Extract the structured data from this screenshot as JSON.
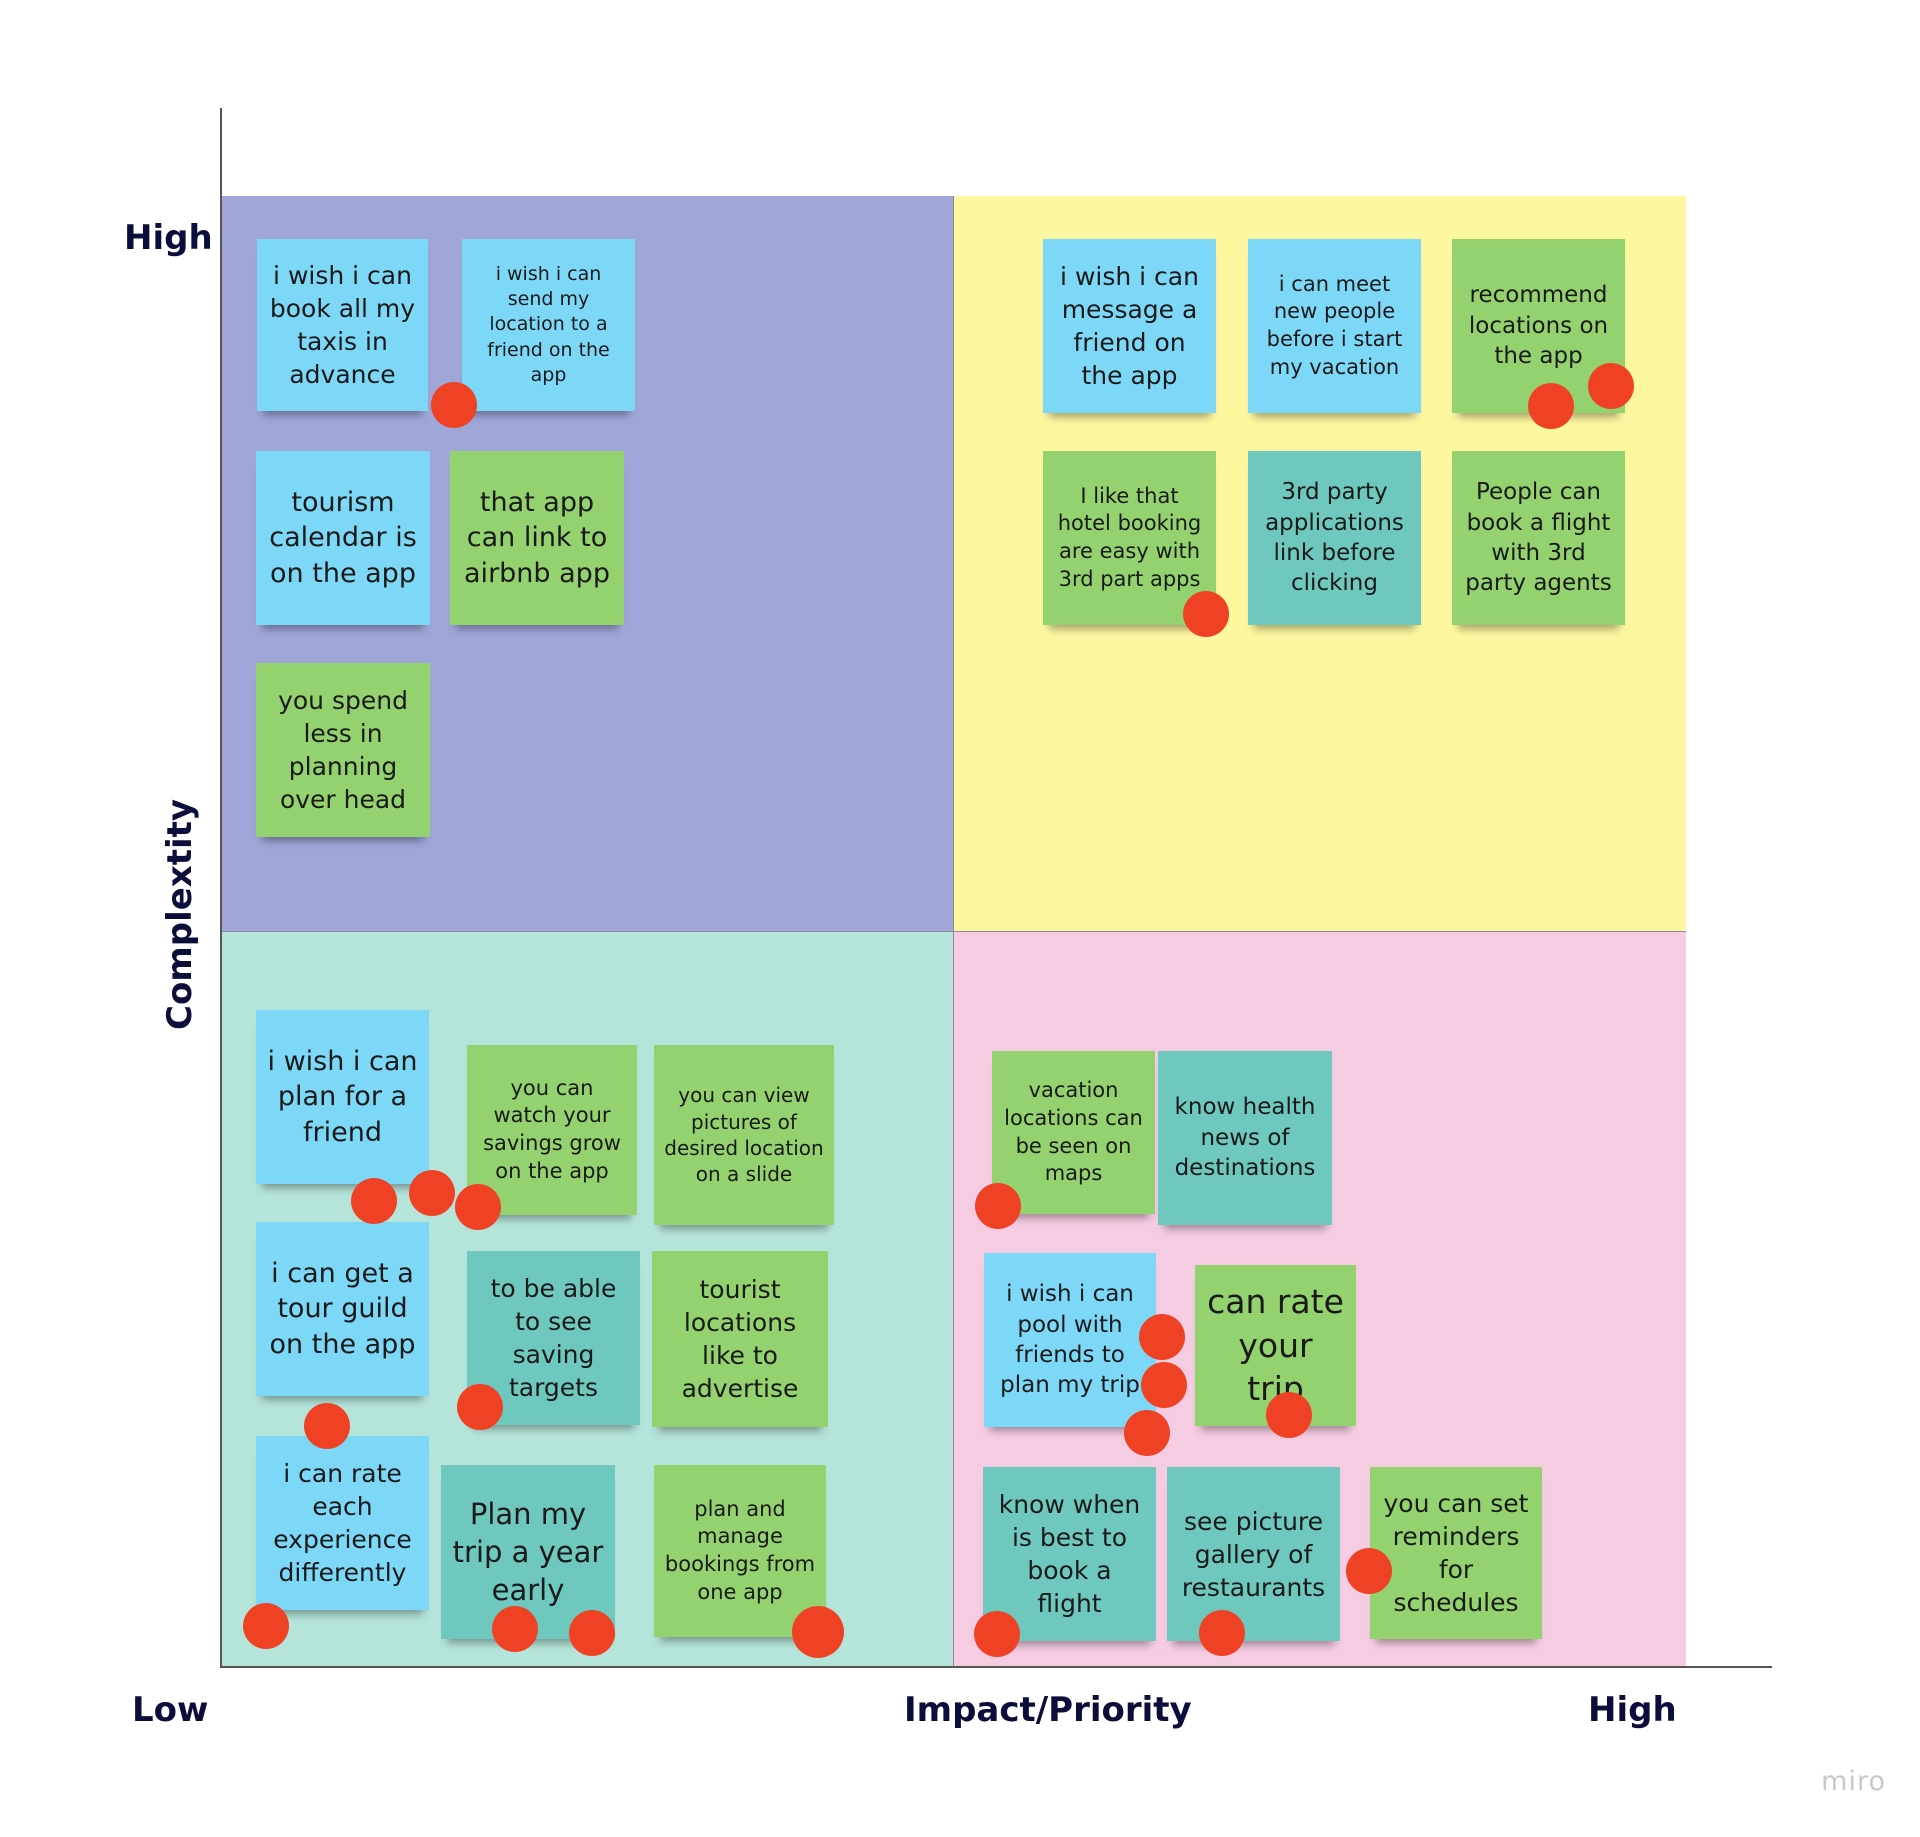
{
  "axes": {
    "y_title": "Complextity",
    "y_high": "High",
    "x_low": "Low",
    "x_title": "Impact/Priority",
    "x_high": "High"
  },
  "colors": {
    "top_left": "#a0a6d8",
    "top_right": "#fdf7a0",
    "bottom_left": "#b5e4da",
    "bottom_right": "#f6cce2",
    "vote": "#ef4225"
  },
  "notes": {
    "n01": "i wish i can book all my taxis in advance",
    "n02": "i wish i can send my location to a friend on the app",
    "n03": "tourism calendar is on the app",
    "n04": "that app can link to airbnb app",
    "n05": "you spend less in planning over head",
    "n06": "i wish i can message a friend on the app",
    "n07": "i can meet new people before i start my vacation",
    "n08": "recommend locations on the app",
    "n09": "I like that hotel booking are easy with 3rd part apps",
    "n10": "3rd party applications link before clicking",
    "n11": "People can book a flight with 3rd party agents",
    "n12": "i wish i can plan for a friend",
    "n13": "you can watch your savings grow on the app",
    "n14": "you can view pictures of desired location on a slide",
    "n15": "i can get a tour guild on the app",
    "n16": "to be able to see saving targets",
    "n17": "tourist locations like to advertise",
    "n18": "i can rate each experience differently",
    "n19": "Plan my trip a year early",
    "n20": "plan and manage bookings from one app",
    "n21": "vacation locations can be seen on maps",
    "n22": "know health news of destinations",
    "n23": "i wish i can pool with friends to plan my trip",
    "n24": "can rate your trip",
    "n25": "know when is best to book a flight",
    "n26": "see picture gallery of restaurants",
    "n27": "you can set reminders for schedules"
  },
  "brand": "miro"
}
